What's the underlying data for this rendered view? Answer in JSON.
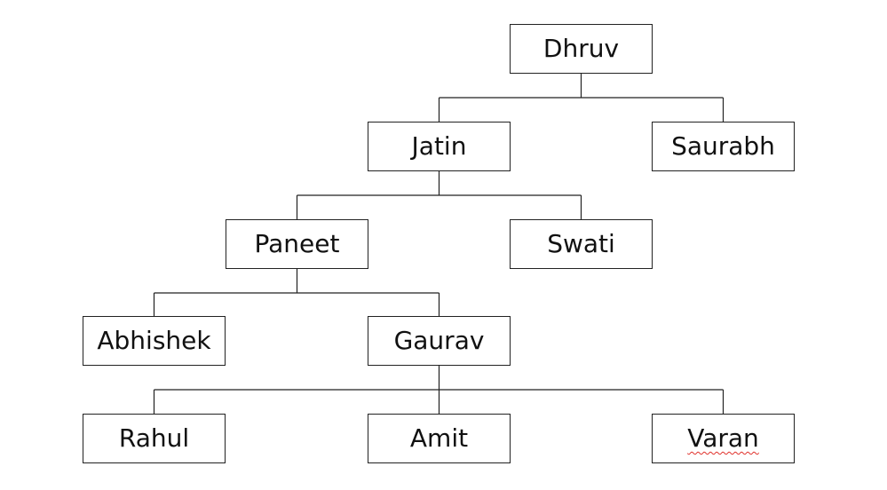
{
  "tree": {
    "nodes": [
      {
        "id": "dhruv",
        "label": "Dhruv"
      },
      {
        "id": "jatin",
        "label": "Jatin"
      },
      {
        "id": "saurabh",
        "label": "Saurabh"
      },
      {
        "id": "paneet",
        "label": "Paneet"
      },
      {
        "id": "swati",
        "label": "Swati"
      },
      {
        "id": "abhishek",
        "label": "Abhishek"
      },
      {
        "id": "gaurav",
        "label": "Gaurav"
      },
      {
        "id": "rahul",
        "label": "Rahul"
      },
      {
        "id": "amit",
        "label": "Amit"
      },
      {
        "id": "varan",
        "label": "Varan"
      }
    ],
    "edges": [
      {
        "from": "dhruv",
        "to": "jatin"
      },
      {
        "from": "dhruv",
        "to": "saurabh"
      },
      {
        "from": "jatin",
        "to": "paneet"
      },
      {
        "from": "jatin",
        "to": "swati"
      },
      {
        "from": "paneet",
        "to": "abhishek"
      },
      {
        "from": "paneet",
        "to": "gaurav"
      },
      {
        "from": "gaurav",
        "to": "rahul"
      },
      {
        "from": "gaurav",
        "to": "amit"
      },
      {
        "from": "gaurav",
        "to": "varan"
      }
    ]
  }
}
